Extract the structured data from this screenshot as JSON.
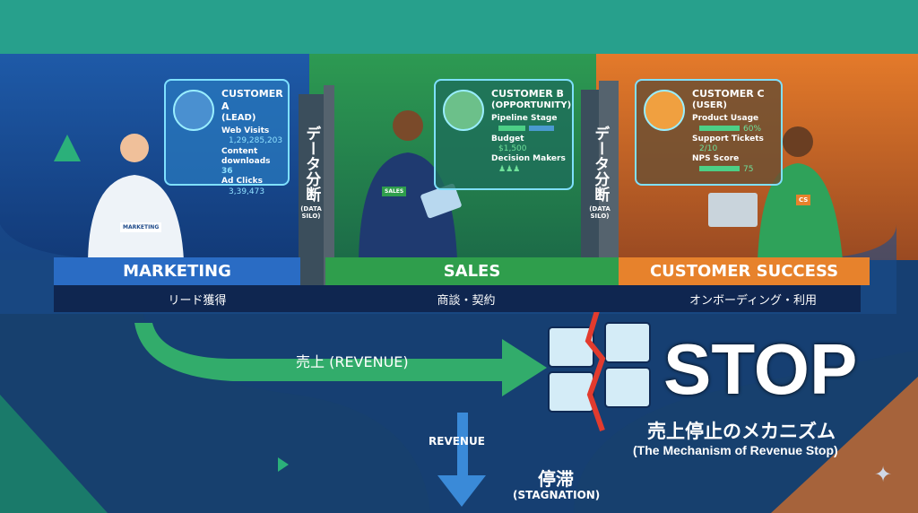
{
  "colors": {
    "top": "#27a08c",
    "marketing": "#2a6cc4",
    "sales": "#2f9e4c",
    "success": "#e7822c",
    "navy": "#0f2a55"
  },
  "customers": [
    {
      "title": "CUSTOMER A",
      "role": "(LEAD)",
      "items": [
        {
          "label": "Web Visits",
          "value": "1,29,285,203"
        },
        {
          "label": "Content downloads",
          "value": "36"
        },
        {
          "label": "Ad Clicks",
          "value": "3,39,473"
        }
      ]
    },
    {
      "title": "CUSTOMER B",
      "role": "(OPPORTUNITY)",
      "items": [
        {
          "label": "Pipeline Stage",
          "value": ""
        },
        {
          "label": "Budget",
          "value": "$1,500"
        },
        {
          "label": "Decision Makers",
          "value": ""
        }
      ]
    },
    {
      "title": "CUSTOMER C",
      "role": "(USER)",
      "items": [
        {
          "label": "Product Usage",
          "value": "60%"
        },
        {
          "label": "Support Tickets",
          "value": "2/10"
        },
        {
          "label": "NPS Score",
          "value": "75"
        }
      ],
      "usage_pct": 60,
      "nps": 75
    }
  ],
  "wall": {
    "jp": "データ分断",
    "en": "(DATA SILO)"
  },
  "stages": [
    {
      "label": "MARKETING",
      "sub": "リード獲得"
    },
    {
      "label": "SALES",
      "sub": "商談・契約"
    },
    {
      "label": "CUSTOMER SUCCESS",
      "sub": "オンボーディング・利用"
    }
  ],
  "badges": {
    "marketing": "MARKETING",
    "sales": "SALES",
    "cs": "CS"
  },
  "flow": {
    "revenue": "売上 (REVENUE)",
    "revenue_down": "REVENUE",
    "stagnation_jp": "停滞",
    "stagnation_en": "(STAGNATION)"
  },
  "stop": {
    "word": "STOP",
    "jp": "売上停止のメカニズム",
    "en": "(The Mechanism of Revenue Stop)"
  }
}
